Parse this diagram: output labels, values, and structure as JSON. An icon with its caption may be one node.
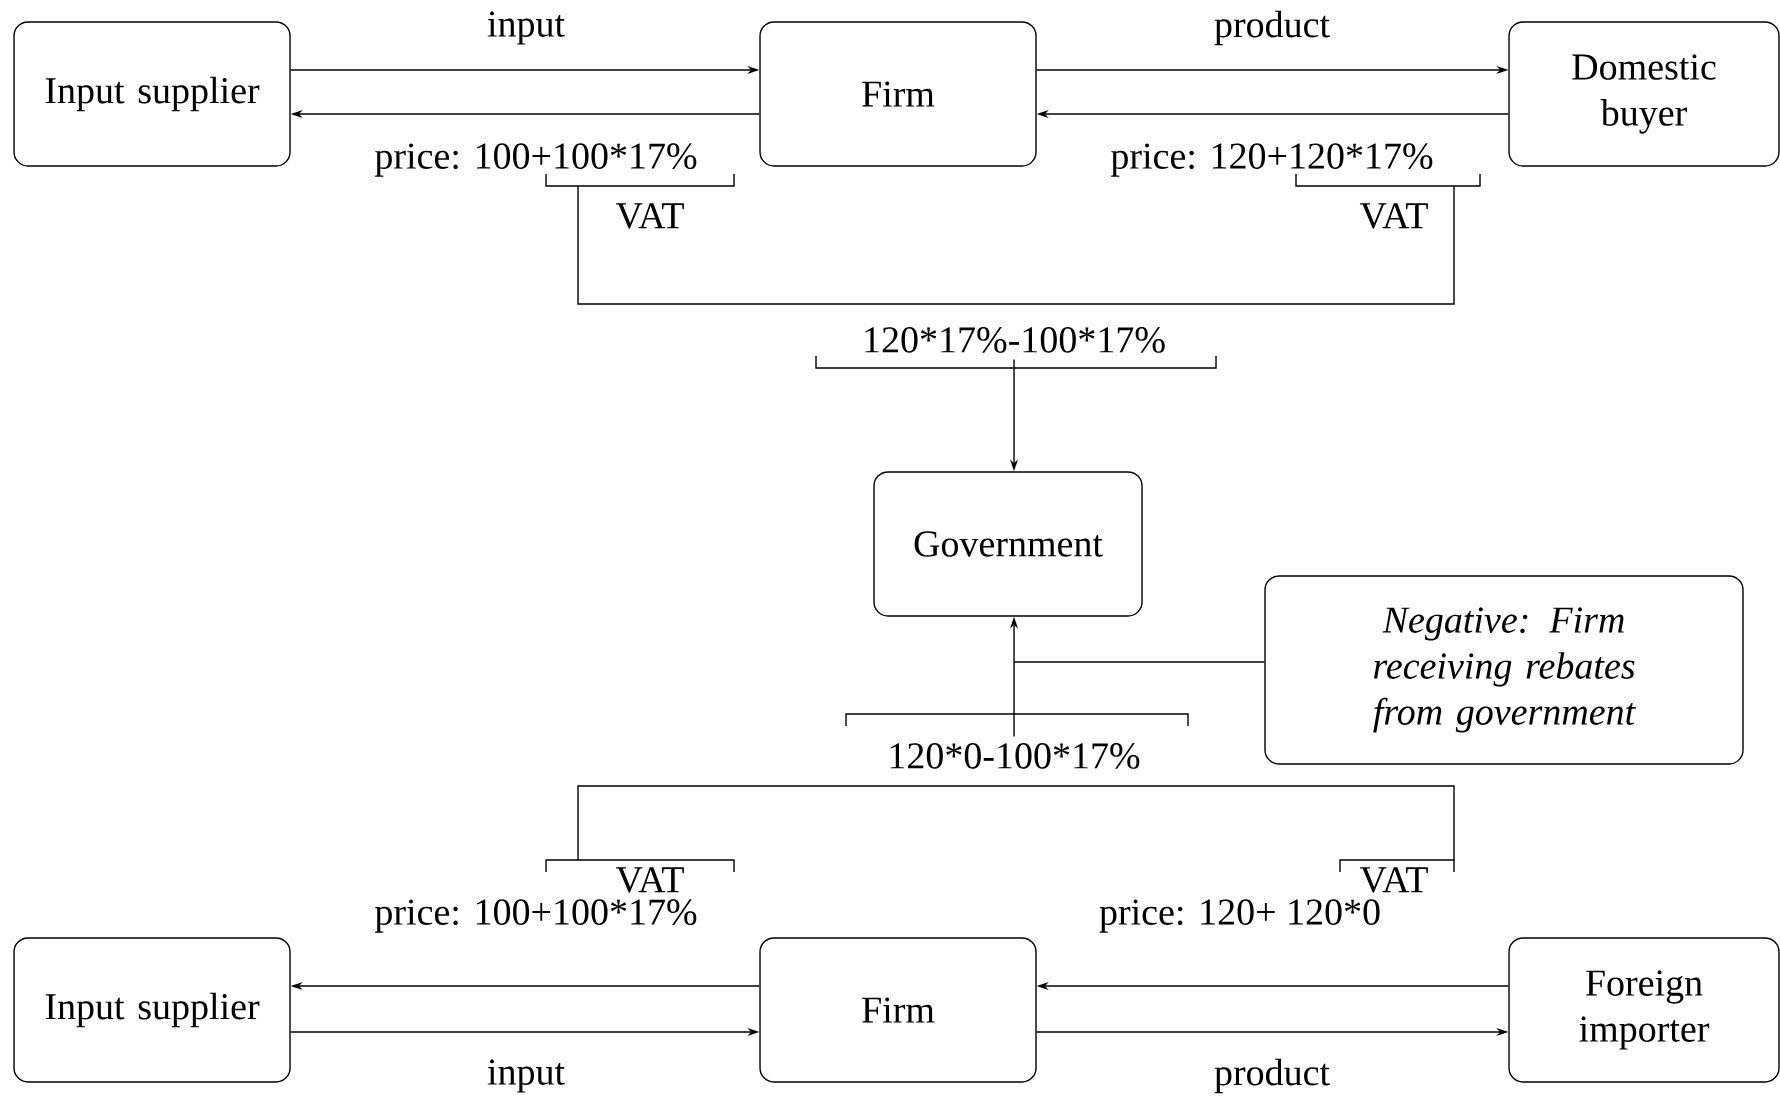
{
  "diagram": {
    "nodes": [
      {
        "text": [
          "Input supplier"
        ]
      },
      {
        "text": [
          "Firm"
        ]
      },
      {
        "text": [
          "Domestic buyer"
        ]
      },
      {
        "text": [
          "120*17%-100*17%"
        ]
      },
      {
        "text": [
          "Government"
        ]
      },
      {
        "text": [
          "Negative: Firm receiving rebates from government"
        ]
      },
      {
        "text": [
          "120*0-100*17%"
        ]
      },
      {
        "text": [
          "Input supplier"
        ]
      },
      {
        "text": [
          "Firm"
        ]
      },
      {
        "text": [
          "Foreign importer"
        ]
      }
    ],
    "edges": [
      {
        "from": 0,
        "to": 1,
        "arrow": "to",
        "label": "input"
      },
      {
        "from": 1,
        "to": 0,
        "arrow": "to",
        "label": "price: 100+100*17%"
      },
      {
        "from": 1,
        "to": 2,
        "arrow": "to",
        "label": "product"
      },
      {
        "from": 2,
        "to": 1,
        "arrow": "to",
        "label": "price: 120+120*17%"
      },
      {
        "from": 3,
        "to": 4,
        "arrow": "to"
      },
      {
        "from": 6,
        "to": 4,
        "arrow": "to"
      },
      {
        "from": 5,
        "to": null,
        "arrow": "none"
      },
      {
        "from": 8,
        "to": 7,
        "arrow": "to",
        "label": "price: 100+100*17%"
      },
      {
        "from": 7,
        "to": 8,
        "arrow": "to",
        "label": "input"
      },
      {
        "from": 9,
        "to": 8,
        "arrow": "to",
        "label": "price: 120+ 120*0"
      },
      {
        "from": 8,
        "to": 9,
        "arrow": "to",
        "label": "product"
      }
    ],
    "labels": [
      "VAT",
      "VAT",
      "VAT",
      "VAT"
    ]
  }
}
